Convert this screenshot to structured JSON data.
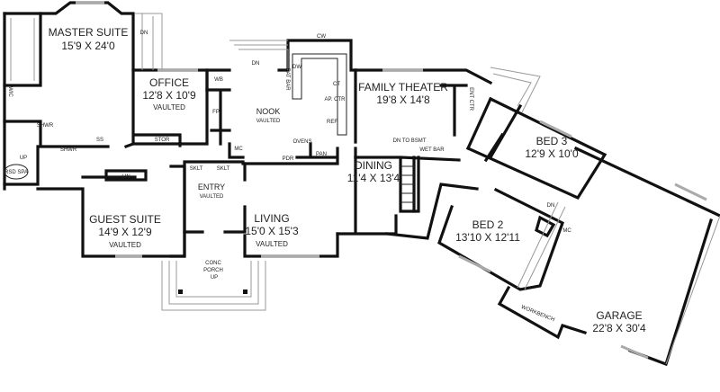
{
  "rooms": {
    "master_suite": {
      "name": "MASTER SUITE",
      "size": "15'9 X 24'0"
    },
    "office": {
      "name": "OFFICE",
      "size": "12'8 X 10'9",
      "note": "VAULTED"
    },
    "nook": {
      "name": "NOOK",
      "note": "VAULTED"
    },
    "family_theater": {
      "name": "FAMILY THEATER",
      "size": "19'8 X 14'8"
    },
    "bed3": {
      "name": "BED 3",
      "size": "12'9 X 10'0"
    },
    "dining": {
      "name": "DINING",
      "size": "11'4 X 13'4"
    },
    "entry": {
      "name": "ENTRY",
      "note": "VAULTED"
    },
    "guest_suite": {
      "name": "GUEST SUITE",
      "size": "14'9 X 12'9",
      "note": "VAULTED"
    },
    "living": {
      "name": "LIVING",
      "size": "15'0 X 15'3",
      "note": "VAULTED"
    },
    "bed2": {
      "name": "BED 2",
      "size": "13'10 X 12'11"
    },
    "garage": {
      "name": "GARAGE",
      "size": "22'8 X 30'4"
    },
    "porch": {
      "line1": "CONC",
      "line2": "PORCH"
    }
  },
  "labels": {
    "dn": "DN",
    "up": "UP",
    "stor": "STOR",
    "lin": "LIN",
    "mc": "MC",
    "wb": "WB",
    "dw": "DW",
    "cw": "CW",
    "ct": "CT",
    "ap_ctr": "AP. CTR",
    "ref": "REF",
    "ovens": "OVENS",
    "pan": "PAN",
    "pdr": "PDR",
    "wet_bar": "WET BAR",
    "dn_to_bsmt": "DN TO BSMT",
    "ent_ctr": "ENT CTR",
    "workbench": "WORKBENCH",
    "rsd_spa": "RSD SPA",
    "shwr": "SHWR",
    "ss": "SS",
    "sklt": "SKLT",
    "eat_bar": "EAT BAR",
    "fp": "FP",
    "wic": "WIC"
  }
}
